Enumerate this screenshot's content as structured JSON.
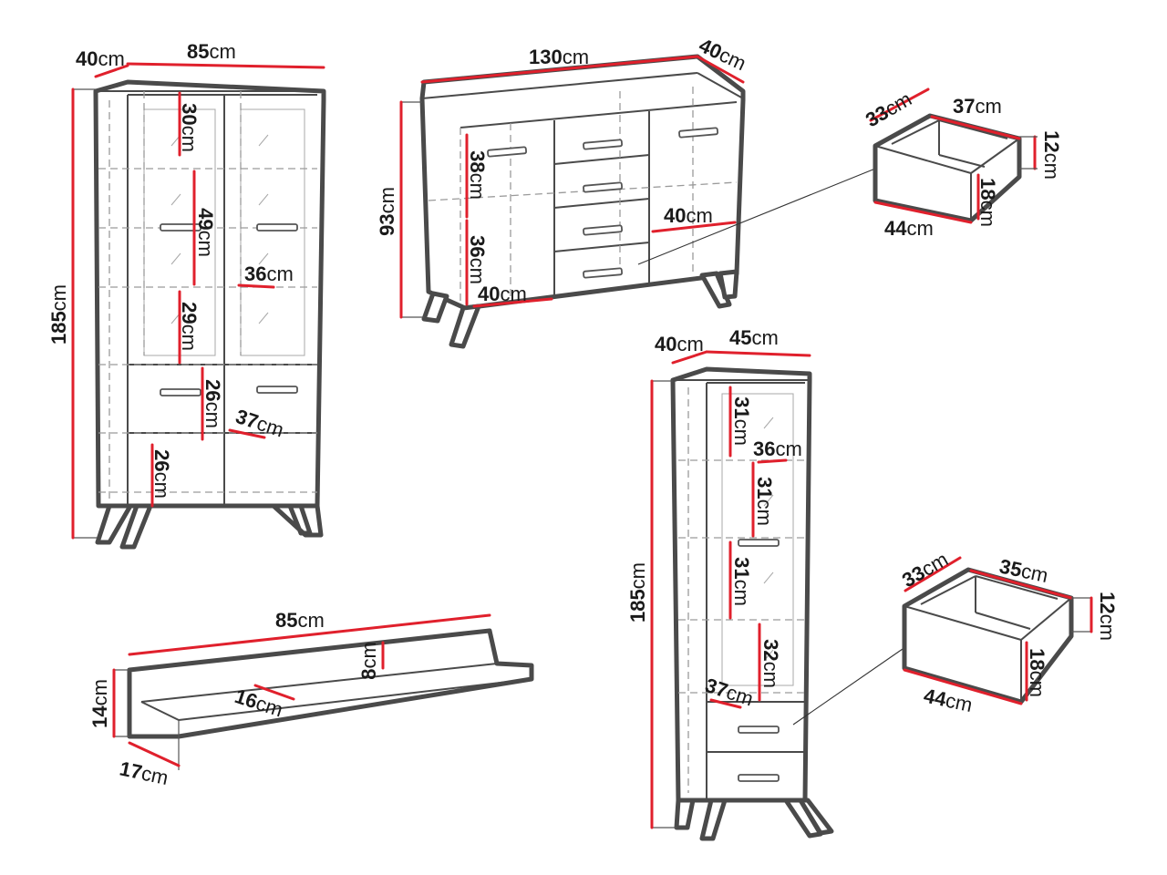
{
  "unit": "cm",
  "colors": {
    "outline": "#4a4a4a",
    "dimension_line": "#e0202c",
    "text": "#1a1a1a"
  },
  "vitrine": {
    "depth": "40",
    "width": "85",
    "height": "185",
    "glass_section_1": "30",
    "glass_section_2": "49",
    "glass_section_3": "29",
    "lower_section_1": "26",
    "lower_section_2": "26",
    "inner_width_upper": "36",
    "inner_width_lower": "37"
  },
  "sideboard": {
    "width": "130",
    "depth": "40",
    "height": "93",
    "left_upper": "38",
    "left_lower": "36",
    "left_inner_depth": "40",
    "right_inner_depth": "40"
  },
  "sideboard_drawer": {
    "depth": "33",
    "width": "37",
    "height": "12",
    "inner_height": "18",
    "outer_width": "44"
  },
  "wall_shelf": {
    "width": "85",
    "height": "14",
    "depth": "17",
    "back_height": "8",
    "shelf_depth": "16"
  },
  "tall_cabinet": {
    "depth": "40",
    "width": "45",
    "height": "185",
    "section_1": "31",
    "section_2": "31",
    "section_3": "31",
    "section_4": "32",
    "inner_width_upper": "36",
    "inner_width_lower": "37"
  },
  "cabinet_drawer": {
    "depth": "33",
    "width": "35",
    "height": "12",
    "inner_height": "18",
    "outer_width": "44"
  }
}
